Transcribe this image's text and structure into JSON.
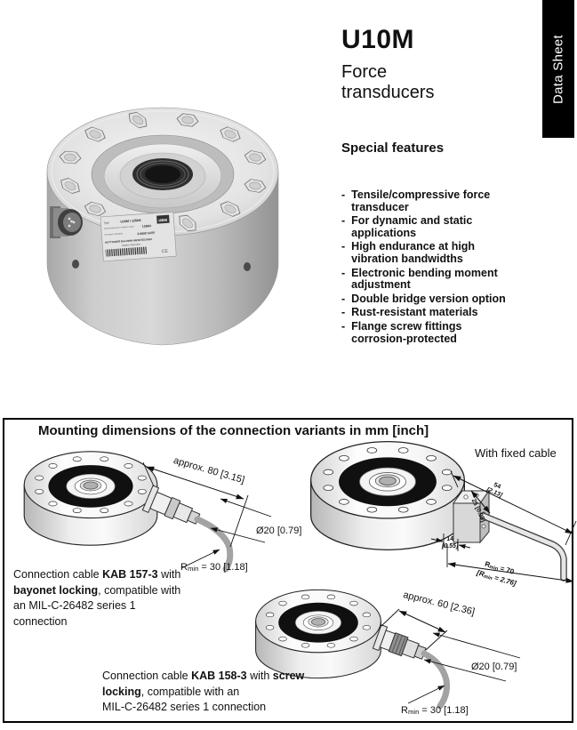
{
  "colors": {
    "tab_bg": "#000000",
    "tab_text": "#ffffff",
    "panel_border": "#000000",
    "text": "#111111"
  },
  "header": {
    "product": "U10M",
    "category": "Force\ntransducers",
    "side_tab": "Data Sheet",
    "features_heading": "Special features",
    "bullet": "-",
    "features": [
      "Tensile/compressive force\ntransducer",
      "For dynamic and static\napplications",
      "High endurance at high\nvibration bandwidths",
      "Electronic bending moment\nadjustment",
      "Double bridge version option",
      "Rust-resistant materials",
      "Flange screw fittings\ncorrosion-protected"
    ]
  },
  "photo": {
    "label": {
      "type_key": "Type",
      "type_value": "U10M / 125kN",
      "range_key": "Aufnehmerbereich / Attested range",
      "range_value": "125kN",
      "sens_key": "Kennwert / Sensitivity",
      "sens_value": "2.0000 mV/V",
      "maker": "HOTTINGER BALDWIN MESSTECHNIK",
      "origin": "Made in Germany",
      "logo": "HBM",
      "ce": "CE"
    }
  },
  "mounting": {
    "heading": "Mounting dimensions of the connection variants in mm [inch]",
    "fixed_cable_label": "With fixed cable",
    "variant_bayonet": {
      "length_dim": "approx. 80 [3.15]",
      "diameter_dim": "Ø20 [0.79]",
      "rmin_base": "R",
      "rmin_sub": "min",
      "rmin_rest": " = 30 [1.18]",
      "caption_prefix": "Connection cable ",
      "caption_bold1": "KAB 157-3",
      "caption_mid": " with\n",
      "caption_bold2": "bayonet locking",
      "caption_suffix": ", compatible with\nan MIL-C-26482 series 1\nconnection"
    },
    "variant_fixed": {
      "dim54_mm": "54",
      "dim54_inch": "[2.13]",
      "dim25": "25 [0.98]",
      "dim14_mm": "14",
      "dim14_inch": "[0.55]",
      "rmin_l1_base": "R",
      "rmin_l1_sub": "min",
      "rmin_l1_rest": " = 70",
      "rmin_l2_pre": "[R",
      "rmin_l2_sub": "min",
      "rmin_l2_rest": " = 2.76]"
    },
    "variant_screw": {
      "length_dim": "approx. 60 [2.36]",
      "diameter_dim": "Ø20 [0.79]",
      "rmin_base": "R",
      "rmin_sub": "min",
      "rmin_rest": " = 30 [1.18]",
      "caption_prefix": "Connection cable ",
      "caption_bold1": "KAB 158-3",
      "caption_mid": " with ",
      "caption_bold2": "screw\nlocking",
      "caption_suffix": ", compatible with an\nMIL-C-26482 series 1 connection"
    }
  }
}
